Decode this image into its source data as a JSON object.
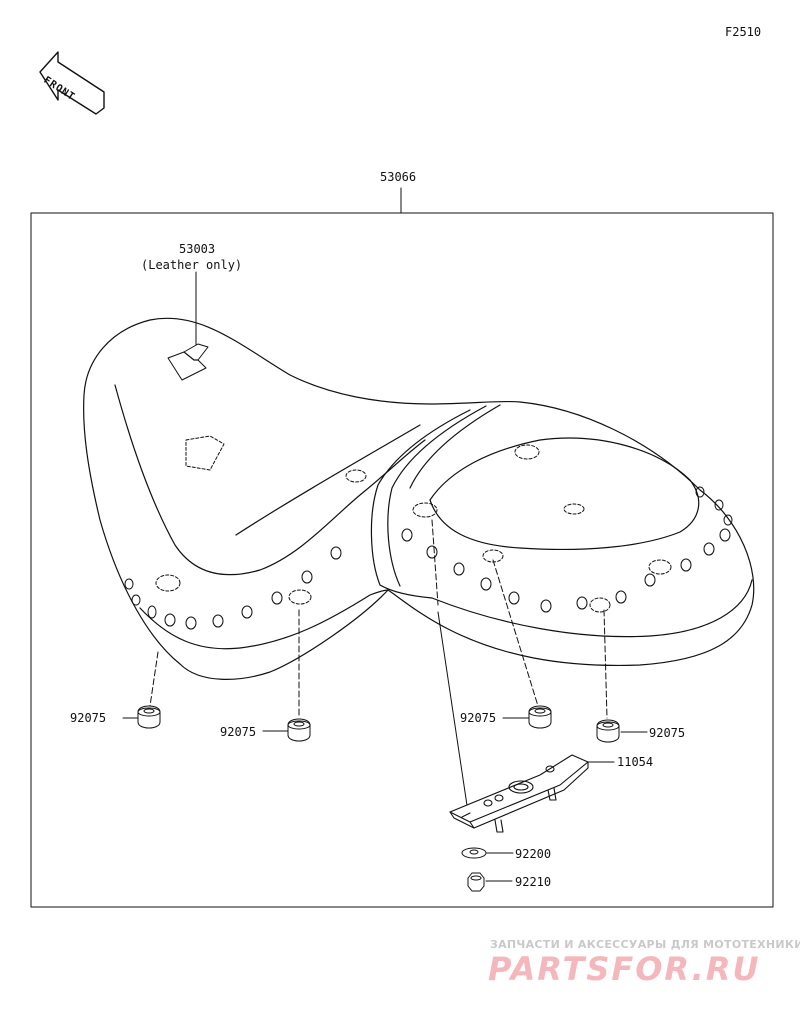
{
  "figure_code": "F2510",
  "front_arrow_label": "FRONT",
  "assembly_part": "53066",
  "badge_part": {
    "number": "53003",
    "note": "(Leather only)"
  },
  "callouts": [
    {
      "id": "damper-left-front",
      "number": "92075"
    },
    {
      "id": "damper-left-rear",
      "number": "92075"
    },
    {
      "id": "damper-right-front",
      "number": "92075"
    },
    {
      "id": "damper-right-rear",
      "number": "92075"
    },
    {
      "id": "bracket",
      "number": "11054"
    },
    {
      "id": "washer",
      "number": "92200"
    },
    {
      "id": "nut",
      "number": "92210"
    }
  ],
  "watermark": {
    "line1": "ЗАПЧАСТИ И АКСЕССУАРЫ ДЛЯ МОТОТЕХНИКИ",
    "line2": "PARTSFOR.RU"
  }
}
